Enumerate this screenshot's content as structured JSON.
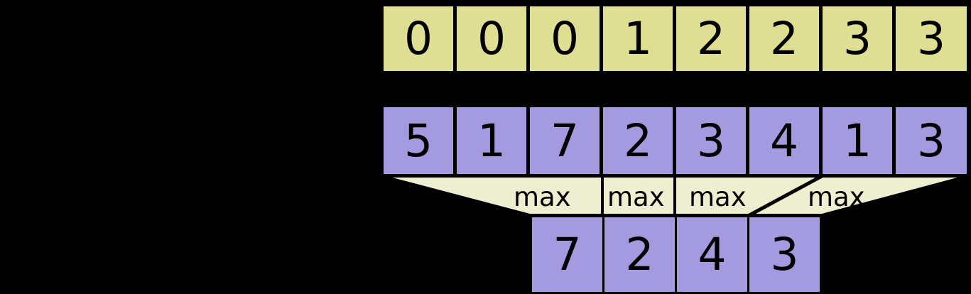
{
  "diagram": {
    "title": "max-pooling-1d-diagram",
    "colors": {
      "input_row_fill": "#dfdf93",
      "values_row_fill": "#a39ae0",
      "output_row_fill": "#a39ae0",
      "connector_fill": "#eeeed0",
      "stroke": "#000000",
      "background": "#000000"
    },
    "rows": {
      "indices": {
        "name": "index-row",
        "cells": [
          "0",
          "0",
          "0",
          "1",
          "2",
          "2",
          "3",
          "3"
        ]
      },
      "values": {
        "name": "value-row",
        "cells": [
          "5",
          "1",
          "7",
          "2",
          "3",
          "4",
          "1",
          "3"
        ]
      },
      "output": {
        "name": "output-row",
        "cells": [
          "7",
          "2",
          "4",
          "3"
        ]
      }
    },
    "connector": {
      "name": "max-connector-band",
      "labels": [
        "max",
        "max",
        "max",
        "max"
      ]
    }
  }
}
